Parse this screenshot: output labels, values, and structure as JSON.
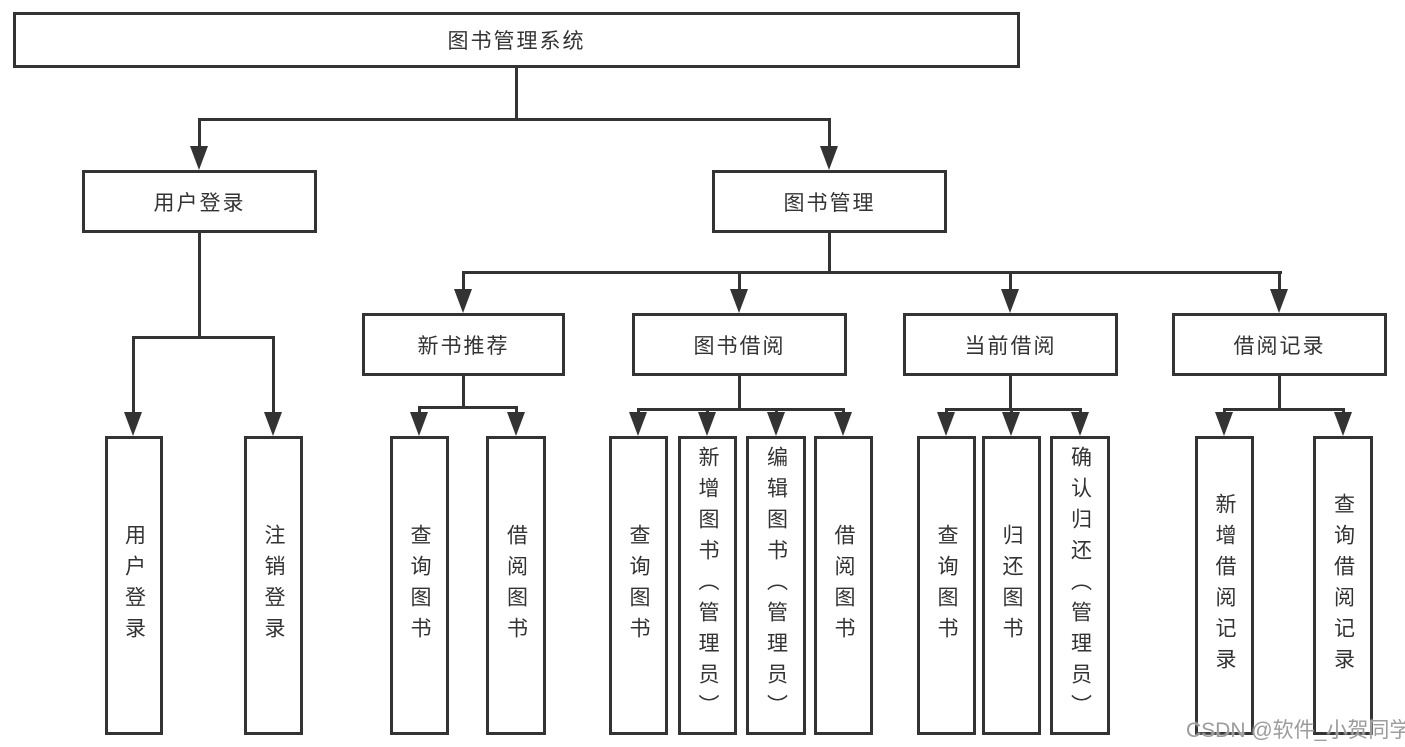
{
  "diagram": {
    "watermark": "CSDN @软件_小贺同学",
    "colors": {
      "line": "#333333",
      "text": "#333333",
      "watermark": "#9c9c9c",
      "background": "#ffffff"
    },
    "root": {
      "label": "图书管理系统"
    },
    "branches": [
      {
        "label": "用户登录",
        "children": [
          {
            "label": "用户登录"
          },
          {
            "label": "注销登录"
          }
        ]
      },
      {
        "label": "图书管理",
        "children": [
          {
            "label": "新书推荐",
            "children": [
              {
                "label": "查询图书"
              },
              {
                "label": "借阅图书"
              }
            ]
          },
          {
            "label": "图书借阅",
            "children": [
              {
                "label": "查询图书"
              },
              {
                "label": "新增图书（管理员）"
              },
              {
                "label": "编辑图书（管理员）"
              },
              {
                "label": "借阅图书"
              }
            ]
          },
          {
            "label": "当前借阅",
            "children": [
              {
                "label": "查询图书"
              },
              {
                "label": "归还图书"
              },
              {
                "label": "确认归还（管理员）"
              }
            ]
          },
          {
            "label": "借阅记录",
            "children": [
              {
                "label": "新增借阅记录"
              },
              {
                "label": "查询借阅记录"
              }
            ]
          }
        ]
      }
    ]
  }
}
